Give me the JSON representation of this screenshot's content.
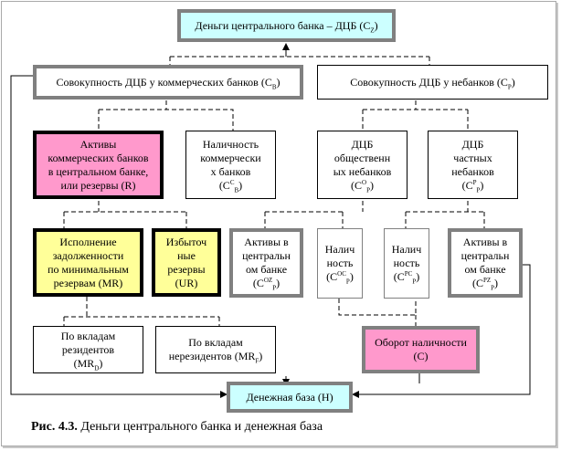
{
  "nodes": {
    "cb_money": {
      "text": "Деньги центрального банка – ДЦБ (C",
      "sub": "Z",
      "tail": ")"
    },
    "commercial": {
      "text": "Совокупность ДЦБ у коммерческих банков (C",
      "sub": "B",
      "tail": ")"
    },
    "nonbank": {
      "text": "Совокупность ДЦБ у небанков (C",
      "sub": "P",
      "tail": ")"
    },
    "reserves": {
      "text": "Активы\nкоммерческих банков\nв центральном банке,\nили резервы (R)"
    },
    "bank_cash": {
      "text": "Наличность\nкоммерчески\nх банков\n(C",
      "sup": "C",
      "sub": "B",
      "tail": ")"
    },
    "public_dcb": {
      "text": "ДЦБ\nобщественн\nых небанков\n(C",
      "sup": "O",
      "sub": "P",
      "tail": ")"
    },
    "private_dcb": {
      "text": "ДЦБ\nчастных\nнебанков\n(C",
      "sup": "P",
      "sub": "P",
      "tail": ")"
    },
    "min_reserves": {
      "text": "Исполнение\nзадолженности\nпо минимальным\nрезервам (MR)"
    },
    "excess_reserves": {
      "text": "Избыточ\nные\nрезервы\n(UR)"
    },
    "public_assets": {
      "text": "Активы в\nцентральн\nом банке\n(C",
      "sup": "OZ",
      "sub": "P",
      "tail": ")"
    },
    "public_cash": {
      "text": "Налич\nность\n(C",
      "sup": "OC",
      "sub": "P",
      "tail": ")"
    },
    "private_cash": {
      "text": "Налич\nность\n(C",
      "sup": "PC",
      "sub": "P",
      "tail": ")"
    },
    "private_assets": {
      "text": "Активы в\nцентральн\nом банке\n(C",
      "sup": "PZ",
      "sub": "P",
      "tail": ")"
    },
    "resident_deposits": {
      "text": "По вкладам\nрезидентов\n(MR",
      "sub": "D",
      "tail": ")"
    },
    "nonresident_deposits": {
      "text": "По вкладам\nнерезидентов (MR",
      "sub": "F",
      "tail": ")"
    },
    "cash_turnover": {
      "text": "Оборот наличности\n(C)"
    },
    "monetary_base": {
      "text": "Денежная база (H)"
    }
  },
  "caption": {
    "number": "Рис. 4.3.",
    "text": " Деньги центрального банка и денежная база"
  },
  "colors": {
    "cyan": "#ccffff",
    "pink": "#ff99cc",
    "yellow": "#ffff99",
    "gray_border": "#808080"
  }
}
